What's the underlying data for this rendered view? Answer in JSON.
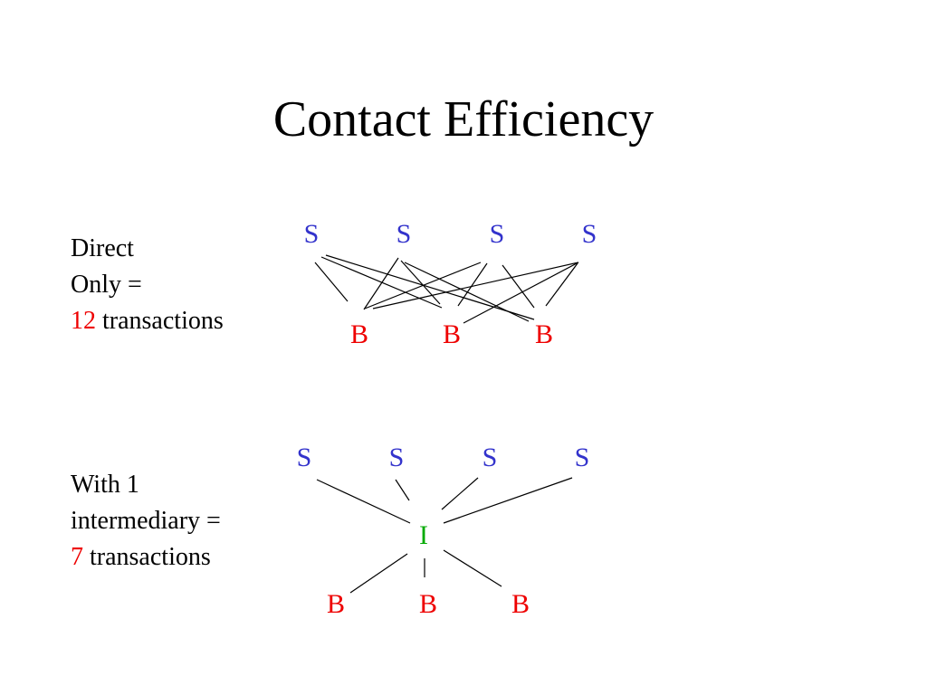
{
  "title": "Contact Efficiency",
  "direct": {
    "line1": "Direct",
    "line2": "Only =",
    "count": "12",
    "suffix": " transactions",
    "sellers": [
      "S",
      "S",
      "S",
      "S"
    ],
    "buyers": [
      "B",
      "B",
      "B"
    ]
  },
  "intermediary": {
    "line1": "With 1",
    "line2": "intermediary =",
    "count": "7",
    "suffix": " transactions",
    "sellers": [
      "S",
      "S",
      "S",
      "S"
    ],
    "hub": "I",
    "buyers": [
      "B",
      "B",
      "B"
    ]
  },
  "colors": {
    "seller": "#3333cc",
    "buyer": "#ee0000",
    "intermediary": "#00aa00",
    "count": "#ee0000",
    "line": "#000000"
  }
}
